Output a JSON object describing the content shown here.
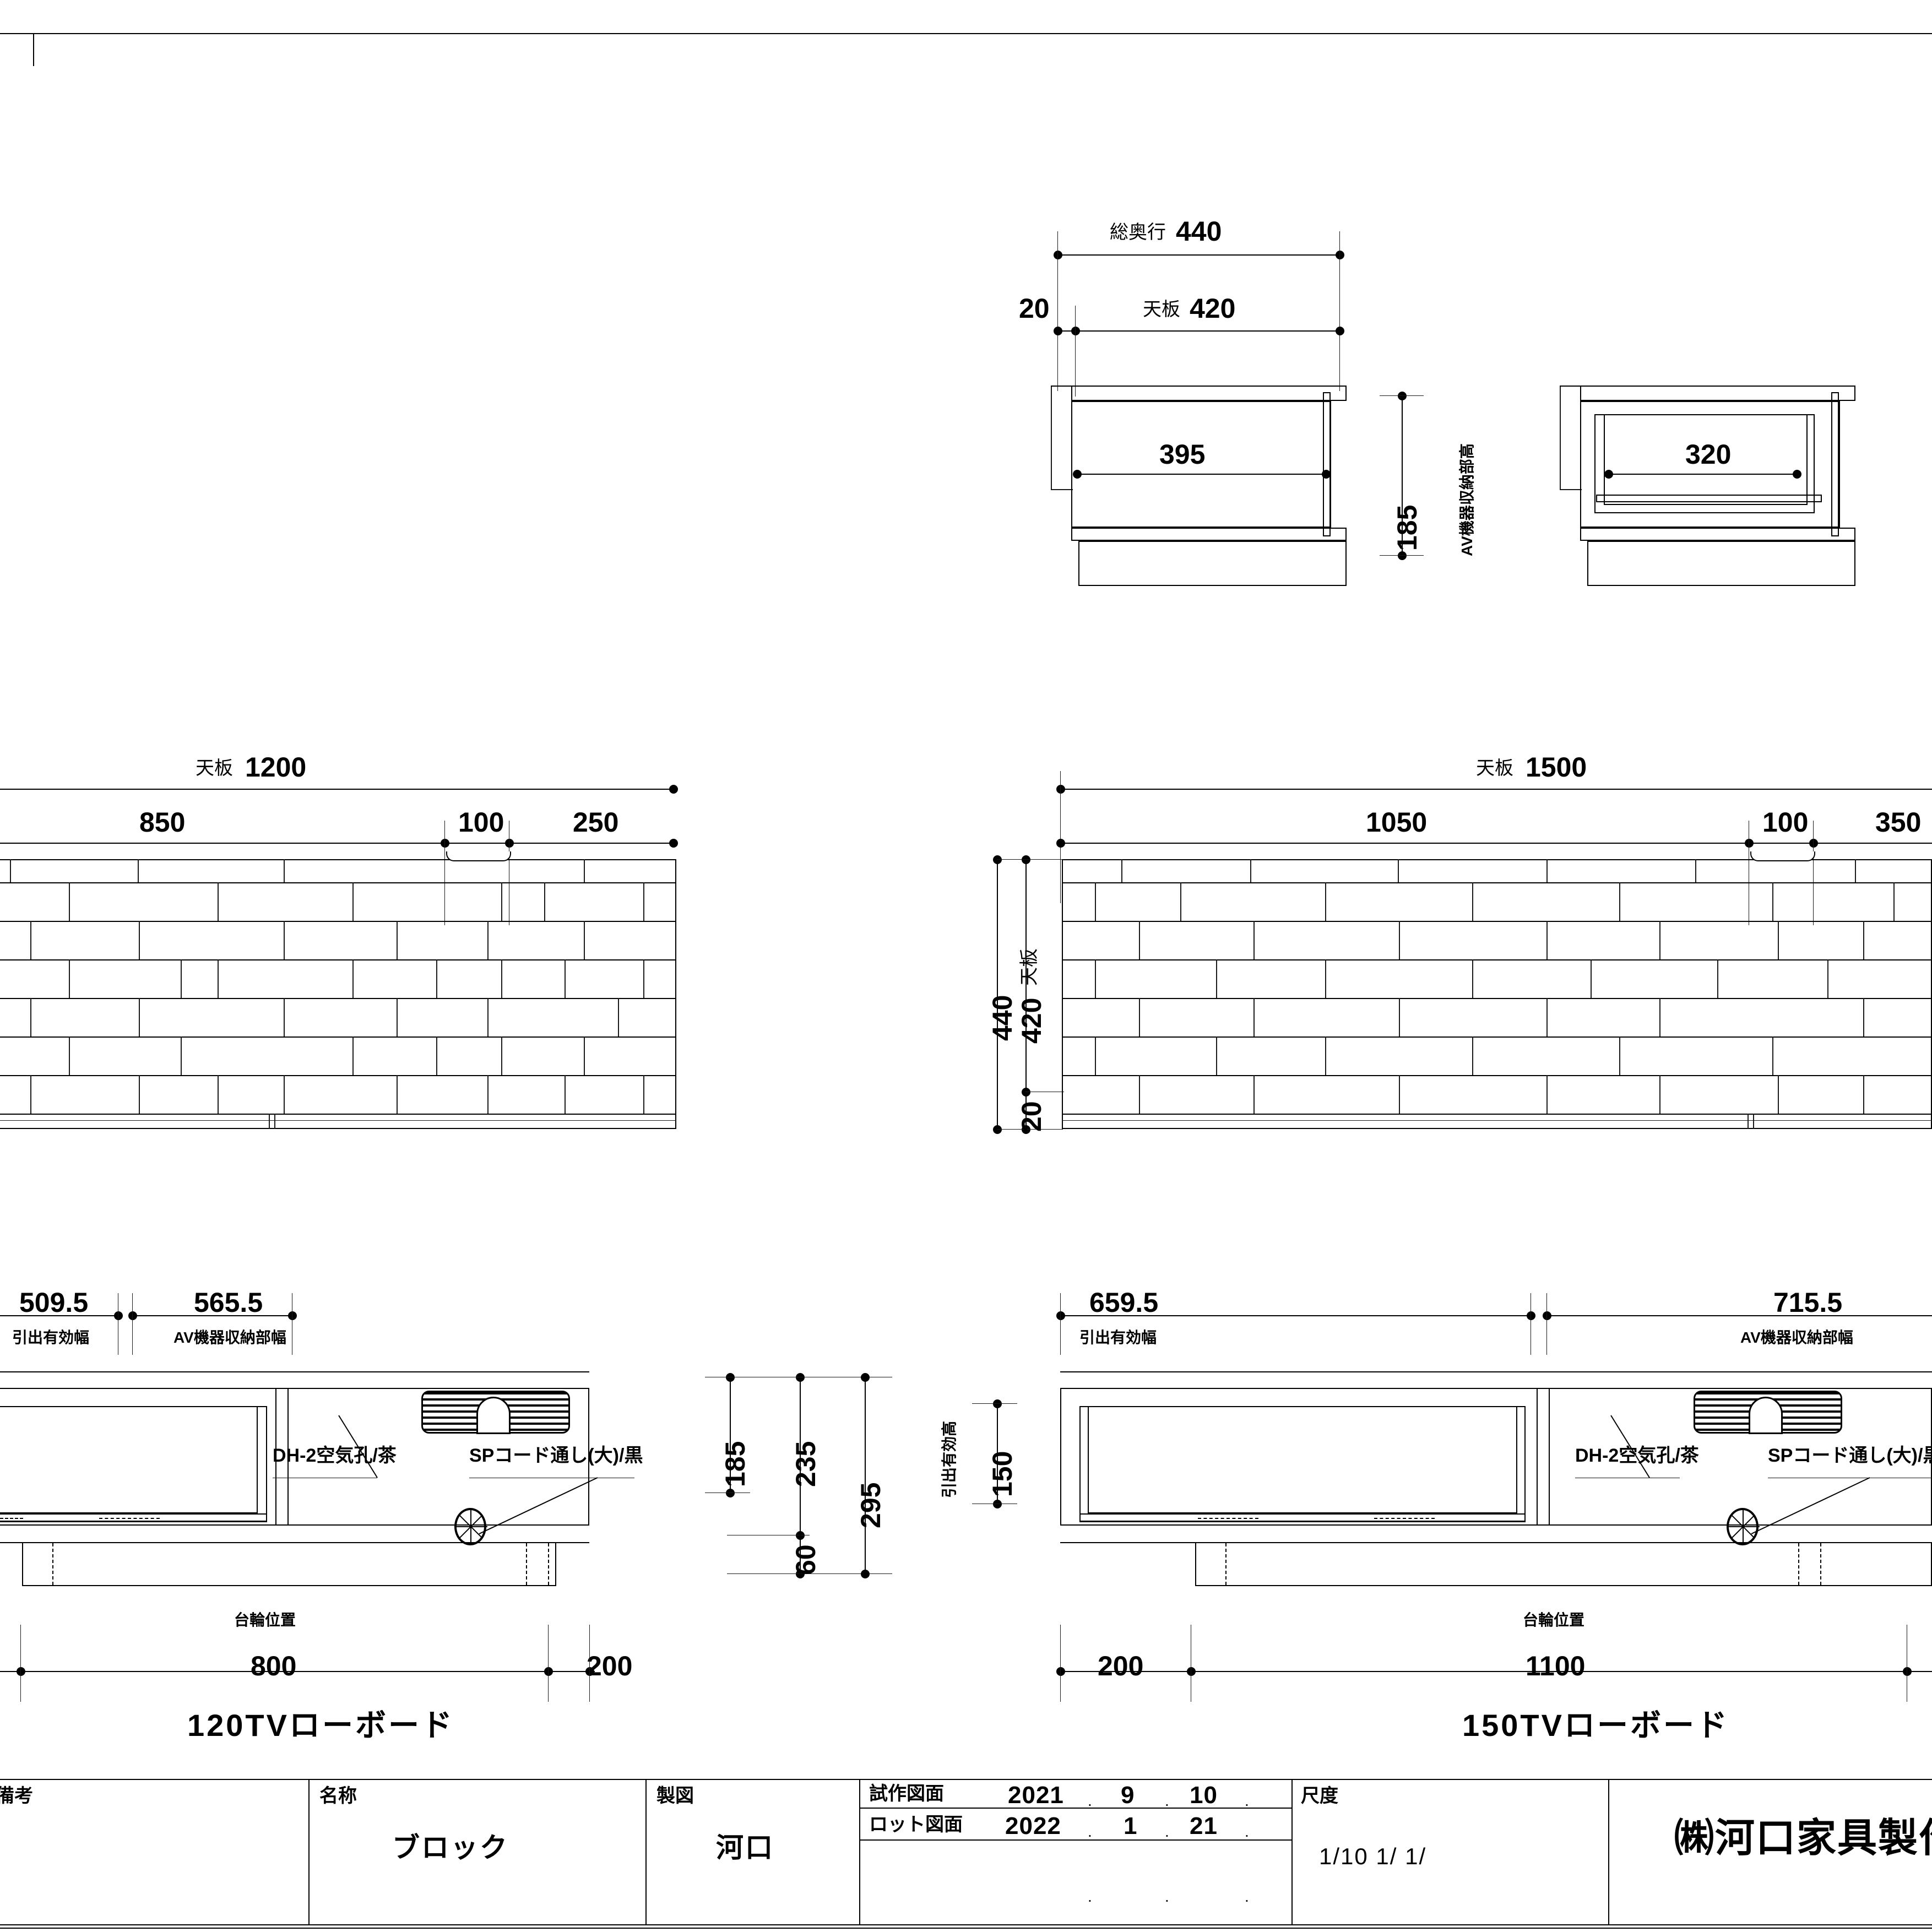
{
  "drawing": {
    "sheet_label": "furniture-cad-drawing",
    "plan_view": {
      "overall_depth_label": "総奥行",
      "overall_depth_value": "440",
      "top_panel_label": "天板",
      "top_panel_value": "420",
      "top_overhang_value": "20",
      "left_section_inner_depth": "395",
      "right_section_inner_depth": "320",
      "av_height_label": "AV機器収納部高",
      "av_height_value": "185"
    },
    "elevation_left": {
      "top_panel_label": "天板",
      "top_panel_width": "1200",
      "seg_a": "850",
      "seg_b": "100",
      "seg_c": "250",
      "depth_total": "440",
      "depth_top_label": "天板",
      "depth_top_value": "420",
      "depth_gap": "20"
    },
    "elevation_right": {
      "top_panel_label": "天板",
      "top_panel_width": "1500",
      "seg_a": "1050",
      "seg_b": "100",
      "seg_c": "350"
    },
    "section_left": {
      "drawer_width_value": "509.5",
      "drawer_width_label": "引出有効幅",
      "av_width_value": "565.5",
      "av_width_label": "AV機器収納部幅",
      "vent_note": "DH-2空気孔/茶",
      "cord_note": "SPコード通し(大)/黒",
      "dim_185": "185",
      "dim_235": "235",
      "dim_295": "295",
      "dim_60": "60",
      "base_label": "台輪位置",
      "base_a": "800",
      "base_b": "200",
      "title": "120TVローボード"
    },
    "section_right": {
      "drawer_height_label": "引出有効高",
      "drawer_height_value": "150",
      "drawer_width_value": "659.5",
      "drawer_width_label": "引出有効幅",
      "av_width_value": "715.5",
      "av_width_label": "AV機器収納部幅",
      "vent_note": "DH-2空気孔/茶",
      "cord_note": "SPコード通し(大)/黒",
      "base_label": "台輪位置",
      "base_a": "200",
      "base_b": "1100",
      "title": "150TVローボード"
    },
    "titleblock": {
      "remarks_header": "備考",
      "remarks_value": "",
      "name_header": "名称",
      "name_value": "ブロック",
      "drafter_header": "製図",
      "drafter_value": "河口",
      "proto_label": "試作図面",
      "proto_year": "2021",
      "proto_month": "9",
      "proto_day": "10",
      "lot_label": "ロット図面",
      "lot_year": "2022",
      "lot_month": "1",
      "lot_day": "21",
      "dot_sep": ".",
      "scale_header": "尺度",
      "scale_value": "1/10  1/        1/",
      "company": "㈱河口家具製作"
    }
  },
  "colors": {
    "ink": "#000000",
    "paper": "#ffffff"
  }
}
